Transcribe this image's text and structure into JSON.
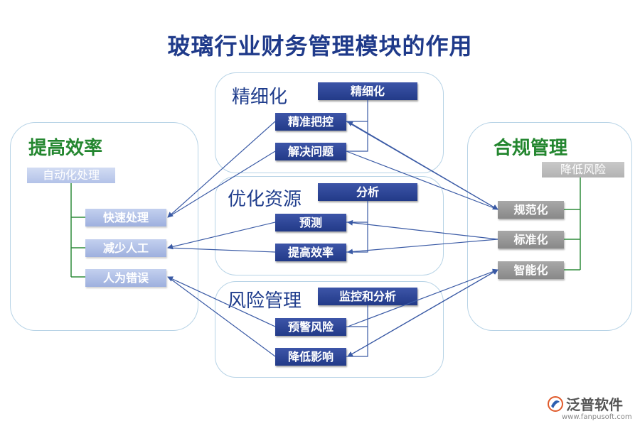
{
  "title": "玻璃行业财务管理模块的作用",
  "panels": {
    "left": {
      "title": "提高效率",
      "label": "自动化处理",
      "items": [
        "快速处理",
        "减少人工",
        "人为错误"
      ]
    },
    "right": {
      "title": "合规管理",
      "label": "降低风险",
      "items": [
        "规范化",
        "标准化",
        "智能化"
      ]
    },
    "refine": {
      "title": "精细化",
      "header": "精细化",
      "items": [
        "精准把控",
        "解决问题"
      ]
    },
    "optimize": {
      "title": "优化资源",
      "header": "分析",
      "items": [
        "预测",
        "提高效率"
      ]
    },
    "risk": {
      "title": "风险管理",
      "header": "监控和分析",
      "items": [
        "预警风险",
        "降低影响"
      ]
    }
  },
  "colors": {
    "title": "#1f3a8a",
    "green_title": "#23862f",
    "dark_box": "#2c4596",
    "line": "#3a5aa5"
  },
  "logo": {
    "name": "泛普软件",
    "url": "www.fanpusoft.com",
    "icon": "fanpu-logo-icon"
  }
}
